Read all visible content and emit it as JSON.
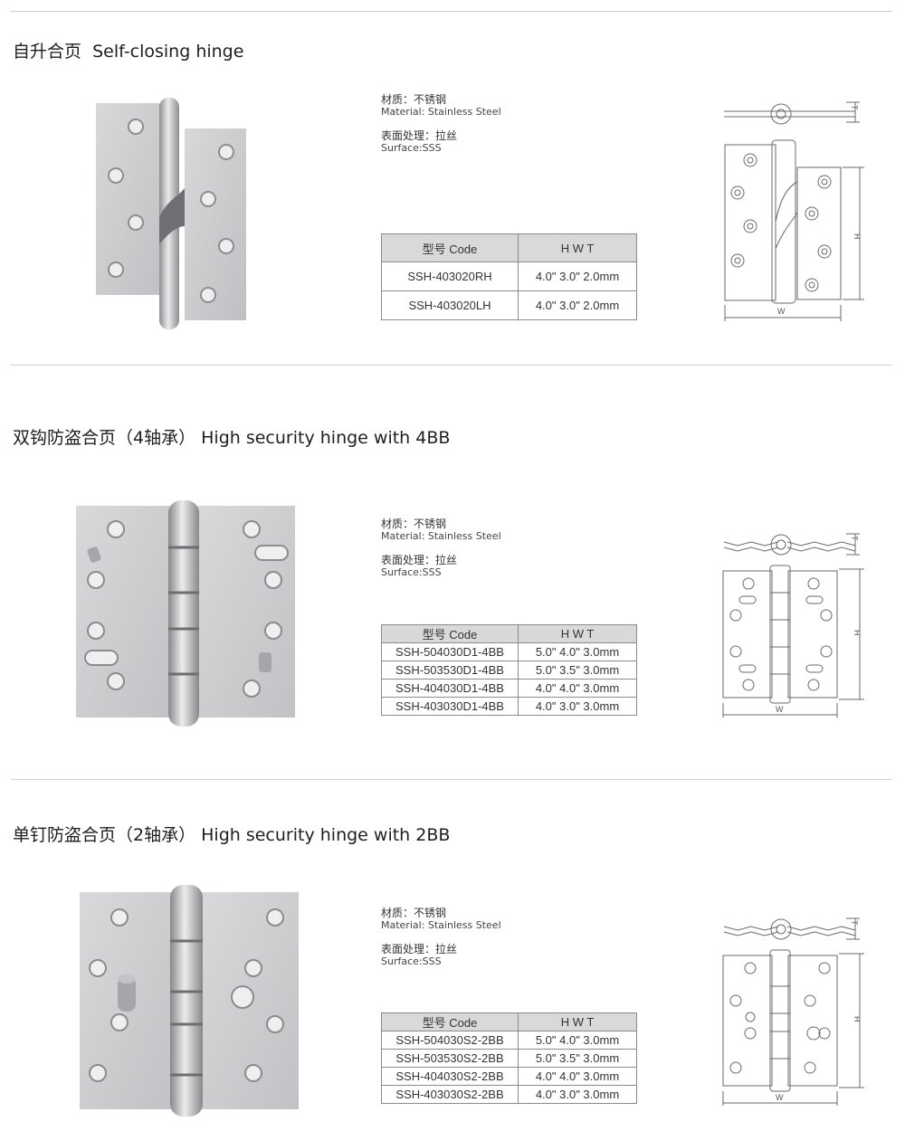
{
  "sections": [
    {
      "title_cn": "自升合页",
      "title_en": "Self-closing hinge",
      "material_cn": "材质：不锈钢",
      "material_en": "Material: Stainless Steel",
      "surface_cn": "表面处理：拉丝",
      "surface_en": "Surface:SSS",
      "table_head": [
        "型号 Code",
        "H   W   T"
      ],
      "rows": [
        [
          "SSH-403020RH",
          "4.0\"  3.0\"  2.0mm"
        ],
        [
          "SSH-403020LH",
          "4.0\"  3.0\"  2.0mm"
        ]
      ],
      "dims": {
        "t": "T",
        "h": "H",
        "w": "W"
      }
    },
    {
      "title_cn": "双钩防盗合页（4轴承）",
      "title_en": "High security hinge with 4BB",
      "material_cn": "材质：不锈钢",
      "material_en": "Material: Stainless Steel",
      "surface_cn": "表面处理：拉丝",
      "surface_en": "Surface:SSS",
      "table_head": [
        "型号 Code",
        "H   W   T"
      ],
      "rows": [
        [
          "SSH-504030D1-4BB",
          "5.0\"  4.0\"  3.0mm"
        ],
        [
          "SSH-503530D1-4BB",
          "5.0\"  3.5\"  3.0mm"
        ],
        [
          "SSH-404030D1-4BB",
          "4.0\"  4.0\"  3.0mm"
        ],
        [
          "SSH-403030D1-4BB",
          "4.0\"  3.0\"  3.0mm"
        ]
      ],
      "dims": {
        "t": "T",
        "h": "H",
        "w": "W"
      }
    },
    {
      "title_cn": "单钉防盗合页（2轴承）",
      "title_en": "High security hinge with 2BB",
      "material_cn": "材质：不锈钢",
      "material_en": "Material: Stainless Steel",
      "surface_cn": "表面处理：拉丝",
      "surface_en": "Surface:SSS",
      "table_head": [
        "型号 Code",
        "H   W   T"
      ],
      "rows": [
        [
          "SSH-504030S2-2BB",
          "5.0\"  4.0\"  3.0mm"
        ],
        [
          "SSH-503530S2-2BB",
          "5.0\"  3.5\"  3.0mm"
        ],
        [
          "SSH-404030S2-2BB",
          "4.0\"  4.0\"  3.0mm"
        ],
        [
          "SSH-403030S2-2BB",
          "4.0\"  3.0\"  3.0mm"
        ]
      ],
      "dims": {
        "t": "T",
        "h": "H",
        "w": "W"
      }
    }
  ],
  "colors": {
    "steel": "#c9cacc",
    "steel_dark": "#9a9b9e",
    "line": "#6a6a6a",
    "table_head": "#d9d9d9"
  }
}
